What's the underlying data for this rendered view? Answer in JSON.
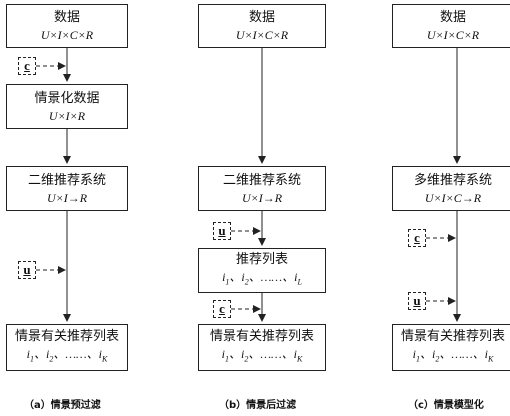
{
  "columns": [
    {
      "caption": "（a）情景预过滤",
      "boxes": [
        {
          "title": "数据",
          "formula": "U×I×C×R"
        },
        {
          "title": "情景化数据",
          "formula": "U×I×R"
        },
        {
          "title": "二维推荐系统",
          "formula": "U×I→R"
        },
        {
          "title": "情景有关推荐列表",
          "items": [
            "i",
            "1",
            "、i",
            "2",
            "、……、i",
            "K"
          ]
        }
      ],
      "context_markers": [
        "c",
        "u"
      ]
    },
    {
      "caption": "（b）情景后过滤",
      "boxes": [
        {
          "title": "数据",
          "formula": "U×I×C×R"
        },
        {
          "title": "二维推荐系统",
          "formula": "U×I→R"
        },
        {
          "title": "推荐列表",
          "items": [
            "i",
            "1",
            "、i",
            "2",
            "、……、i",
            "L"
          ]
        },
        {
          "title": "情景有关推荐列表",
          "items": [
            "i",
            "1",
            "、i",
            "2",
            "、……、i",
            "K"
          ]
        }
      ],
      "context_markers": [
        "u",
        "c"
      ]
    },
    {
      "caption": "（c）情景模型化",
      "boxes": [
        {
          "title": "数据",
          "formula": "U×I×C×R"
        },
        {
          "title": "多维推荐系统",
          "formula": "U×I×C→R"
        },
        {
          "title": "情景有关推荐列表",
          "items": [
            "i",
            "1",
            "、i",
            "2",
            "、……、i",
            "K"
          ]
        }
      ],
      "context_markers": [
        "c",
        "u"
      ]
    }
  ]
}
